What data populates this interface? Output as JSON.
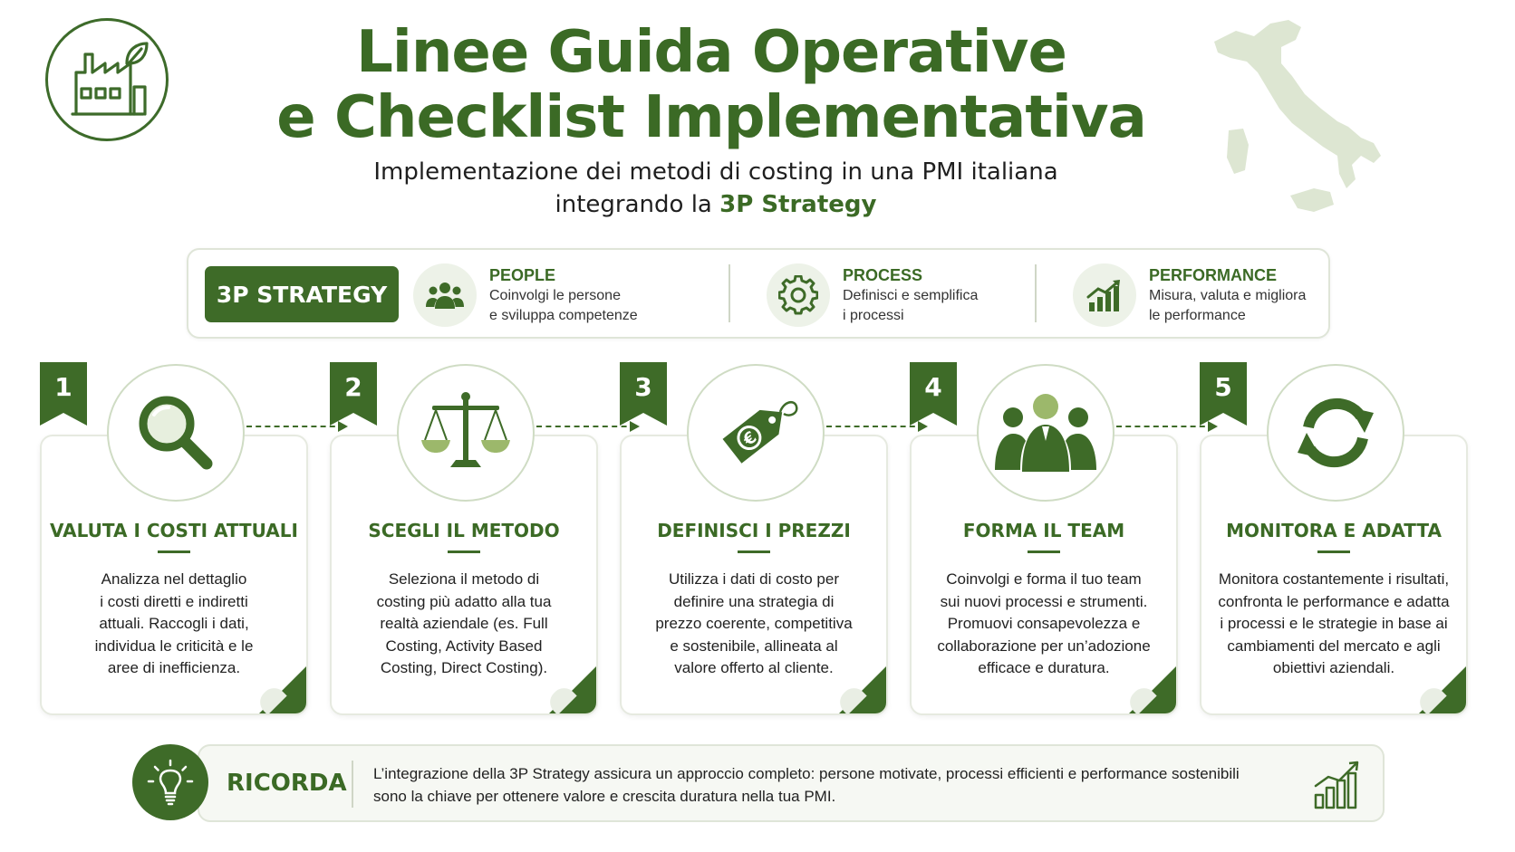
{
  "header": {
    "title_line1": "Linee Guida Operative",
    "title_line2": "e Checklist Implementativa",
    "subtitle_line1": "Implementazione dei metodi di costing in una PMI italiana",
    "subtitle_line2_prefix": "integrando la ",
    "subtitle_line2_accent": "3P Strategy",
    "logo_icon": "factory-leaf-icon",
    "map_icon": "italy-map-icon"
  },
  "strategy": {
    "label": "3P STRATEGY",
    "pillars": [
      {
        "title": "PEOPLE",
        "desc_line1": "Coinvolgi le persone",
        "desc_line2": "e sviluppa competenze",
        "icon": "people-group-icon"
      },
      {
        "title": "PROCESS",
        "desc_line1": "Definisci e semplifica",
        "desc_line2": "i processi",
        "icon": "gear-icon"
      },
      {
        "title": "PERFORMANCE",
        "desc_line1": "Misura, valuta e migliora",
        "desc_line2": "le performance",
        "icon": "growth-chart-icon"
      }
    ]
  },
  "steps": [
    {
      "number": "1",
      "title": "VALUTA I COSTI ATTUALI",
      "icon": "magnifier-icon",
      "desc": [
        "Analizza nel dettaglio",
        "i costi diretti e indiretti",
        "attuali. Raccogli i dati,",
        "individua le criticità e le",
        "aree di inefficienza."
      ]
    },
    {
      "number": "2",
      "title": "SCEGLI IL METODO",
      "icon": "balance-scale-icon",
      "desc": [
        "Seleziona il metodo di",
        "costing più adatto alla tua",
        "realtà aziendale (es. Full",
        "Costing, Activity Based",
        "Costing, Direct Costing)."
      ]
    },
    {
      "number": "3",
      "title": "DEFINISCI I PREZZI",
      "icon": "euro-price-tag-icon",
      "desc": [
        "Utilizza i dati di costo per",
        "definire una strategia di",
        "prezzo coerente, competitiva",
        "e sostenibile, allineata al",
        "valore offerto al cliente."
      ]
    },
    {
      "number": "4",
      "title": "FORMA IL TEAM",
      "icon": "team-icon",
      "desc": [
        "Coinvolgi e forma il tuo team",
        "sui nuovi processi e strumenti.",
        "Promuovi consapevolezza e",
        "collaborazione per un’adozione",
        "efficace e duratura."
      ]
    },
    {
      "number": "5",
      "title": "MONITORA E ADATTA",
      "icon": "refresh-cycle-icon",
      "desc": [
        "Monitora costantemente i risultati,",
        "confronta le performance e adatta",
        "i processi e le strategie in base ai",
        "cambiamenti del mercato e agli",
        "obiettivi aziendali."
      ]
    }
  ],
  "ricorda": {
    "label": "RICORDA",
    "text_line1": "L’integrazione della 3P Strategy assicura un approccio completo: persone motivate, processi efficienti e performance sostenibili",
    "text_line2": "sono la chiave per ottenere valore e crescita duratura nella tua PMI.",
    "bulb_icon": "lightbulb-icon",
    "chart_icon": "bar-chart-growth-icon"
  },
  "colors": {
    "primary": "#3e6b28",
    "title": "#3b6a25",
    "light": "#edf2e8",
    "map": "#dde6d2"
  }
}
